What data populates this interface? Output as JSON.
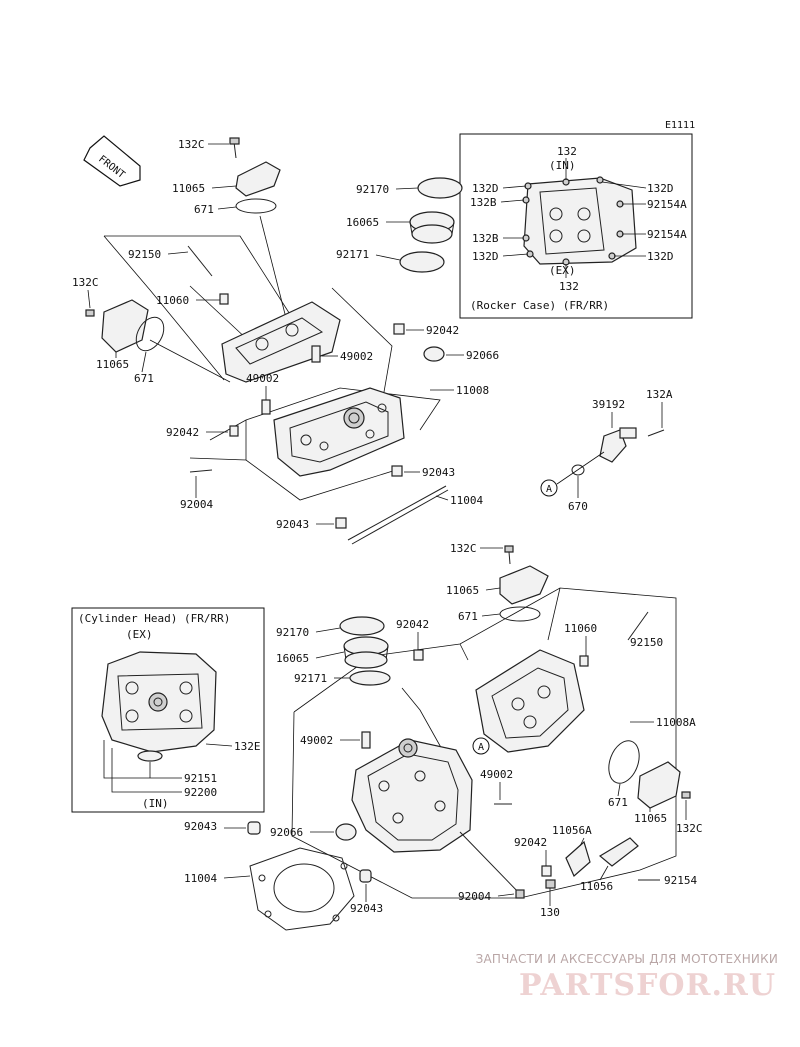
{
  "diagram_code": "E1111",
  "front_label": "FRONT",
  "inset_rocker": {
    "caption": "(Rocker Case) (FR/RR)",
    "in_label": "(IN)",
    "ex_label": "(EX)",
    "labels": {
      "top_132": "132",
      "bottom_132": "132",
      "l1": "132D",
      "l2": "132B",
      "l3": "132B",
      "l4": "132D",
      "r1": "132D",
      "r2": "92154A",
      "r3": "92154A",
      "r4": "132D"
    }
  },
  "inset_cylinder": {
    "caption": "(Cylinder Head) (FR/RR)",
    "ex_label": "(EX)",
    "in_label": "(IN)",
    "labels": {
      "a": "132E",
      "b": "92151",
      "c": "92200"
    }
  },
  "callouts": {
    "c132C_1": "132C",
    "c11065_1": "11065",
    "c671_1": "671",
    "c92150_1": "92150",
    "c132C_2": "132C",
    "c11060_1": "11060",
    "c11065_2": "11065",
    "c671_2": "671",
    "c92170_1": "92170",
    "c16065_1": "16065",
    "c92171_1": "92171",
    "c92042_1": "92042",
    "c49002_1": "49002",
    "c92066_1": "92066",
    "c49002_2": "49002",
    "c11008": "11008",
    "c92042_2": "92042",
    "c92004_1": "92004",
    "c92043_1": "92043",
    "c11004_1": "11004",
    "c92043_2": "92043",
    "c39192": "39192",
    "c132A": "132A",
    "cA_1": "A",
    "c670": "670",
    "c132C_3": "132C",
    "c11065_3": "11065",
    "c671_3": "671",
    "c92150_2": "92150",
    "c11060_2": "11060",
    "c92170_2": "92170",
    "c92042_3": "92042",
    "c16065_2": "16065",
    "c92171_2": "92171",
    "c11008A": "11008A",
    "c49002_3": "49002",
    "cA_2": "A",
    "c49002_4": "49002",
    "c671_4": "671",
    "c11065_4": "11065",
    "c132C_4": "132C",
    "c92043_3": "92043",
    "c92066_2": "92066",
    "c92042_4": "92042",
    "c11056A": "11056A",
    "c11004_2": "11004",
    "c92004_2": "92004",
    "c11056": "11056",
    "c92154": "92154",
    "c92043_4": "92043",
    "c130": "130"
  },
  "watermark": {
    "tagline": "ЗАПЧАСТИ И АКСЕССУАРЫ ДЛЯ МОТОТЕХНИКИ",
    "logo": "PARTSFOR.RU"
  }
}
